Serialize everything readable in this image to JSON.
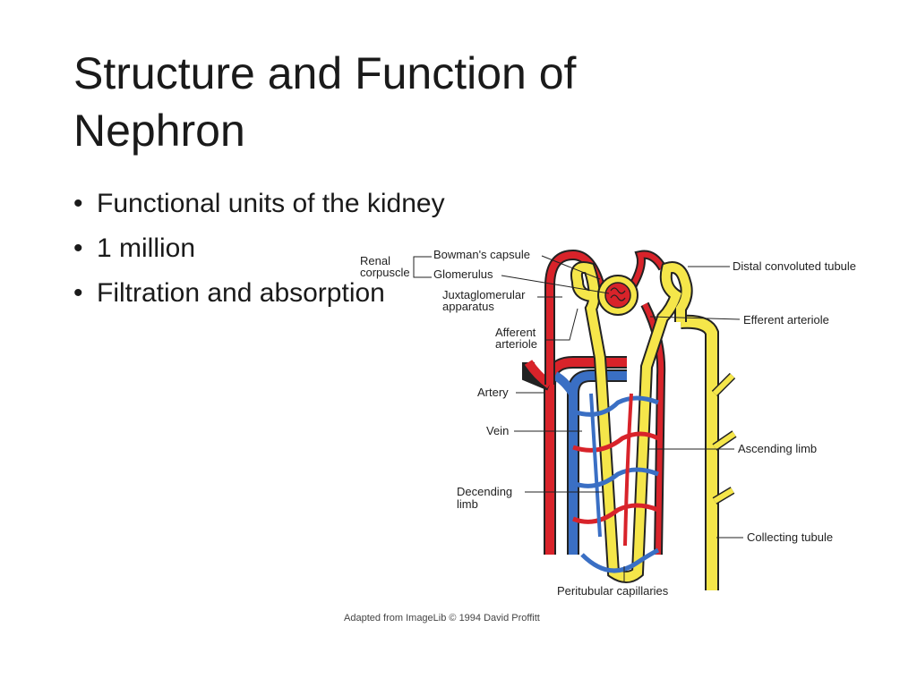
{
  "slide": {
    "title": "Structure and Function of Nephron",
    "bullets": [
      "Functional units of the kidney",
      "1 million",
      "Filtration and absorption"
    ]
  },
  "diagram": {
    "labels": {
      "renal": "Renal",
      "corpuscle": "corpuscle",
      "bowmans_capsule": "Bowman's capsule",
      "glomerulus": "Glomerulus",
      "juxta_1": "Juxtaglomerular",
      "juxta_2": "apparatus",
      "afferent_1": "Afferent",
      "afferent_2": "arteriole",
      "artery": "Artery",
      "vein": "Vein",
      "decending_1": "Decending",
      "decending_2": "limb",
      "distal": "Distal convoluted tubule",
      "efferent": "Efferent arteriole",
      "ascending": "Ascending limb",
      "collecting": "Collecting tubule",
      "peritubular": "Peritubular capillaries"
    },
    "credit": "Adapted from ImageLib © 1994 David Proffitt",
    "colors": {
      "artery": "#d8232a",
      "vein": "#3a6fc4",
      "tubule": "#f5e64a",
      "outline": "#222222"
    }
  }
}
